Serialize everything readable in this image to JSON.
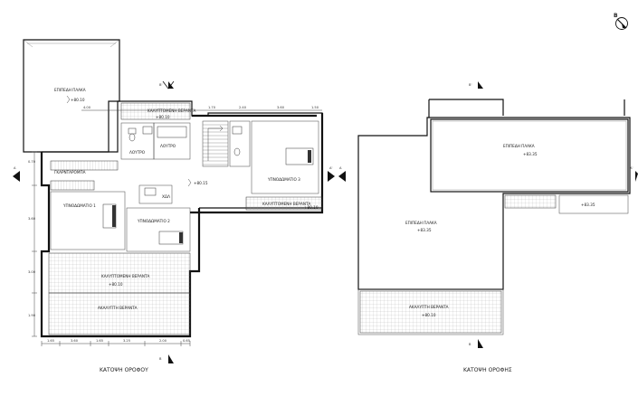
{
  "north_marker": "B",
  "section_labels": {
    "a_left": "A",
    "a_right": "A'",
    "b_top": "B'",
    "b_bottom": "B"
  },
  "upper_floor": {
    "caption": "ΚΑΤΟΨΗ ΟΡΟΦΟΥ",
    "rooms": {
      "flat_roof": "ΕΠΙΠΕΔΗ ΠΛΑΚΑ",
      "balcony_covered": "ΚΑΛΥΠΤΟΜΕΝΗ ΒΕΡΑΝΤΑ",
      "wc": "ΛΟΥΤΡΟ",
      "bath": "ΛΟΥΤΡΟ",
      "wardrobe": "ΓΚΑΡΝΤΑΡΟΜΠΑ",
      "bedroom1": "ΥΠΝΟΔΩΜΑΤΙΟ 1",
      "bedroom2": "ΥΠΝΟΔΩΜΑΤΙΟ 2",
      "bedroom3": "ΥΠΝΟΔΩΜΑΤΙΟ 3",
      "veranda_covered": "ΚΑΛΥΠΤΟΜΕΝΗ ΒΕΡΑΝΤΑ",
      "veranda_open": "ΑΚΑΛΥΠΤΗ ΒΕΡΑΝΤΑ",
      "balcony_right": "ΚΑΛΥΠΤΟΜΕΝΗ ΒΕΡΑΝΤΑ",
      "hall": "ΧΩΛ"
    },
    "levels": {
      "flat_roof": "+80.10",
      "balcony": "+80.10",
      "hall": "+80.15",
      "veranda_covered": "+80.10",
      "right_balcony": "+80.10"
    },
    "dims_bottom": [
      "1.65",
      "3.60",
      "1.65",
      "3.25",
      "2.00",
      "0.65"
    ],
    "dims_left": [
      "0.70",
      "3.60",
      "3.00",
      "1.90",
      "0.70"
    ],
    "dims_top": [
      "4.00",
      "1.70",
      "2.40",
      "3.60",
      "1.50"
    ]
  },
  "roof_plan": {
    "caption": "ΚΑΤΟΨΗ ΟΡΟΦΗΣ",
    "rooms": {
      "flat_roof_upper": "ΕΠΙΠΕΔΗ ΠΛΑΚΑ",
      "flat_roof_lower": "ΕΠΙΠΕΔΗ ΠΛΑΚΑ",
      "veranda_open": "ΑΚΑΛΥΠΤΗ ΒΕΡΑΝΤΑ"
    },
    "levels": {
      "upper": "+83.35",
      "lower": "+83.35",
      "small": "+83.35",
      "veranda": "+80.10"
    }
  }
}
